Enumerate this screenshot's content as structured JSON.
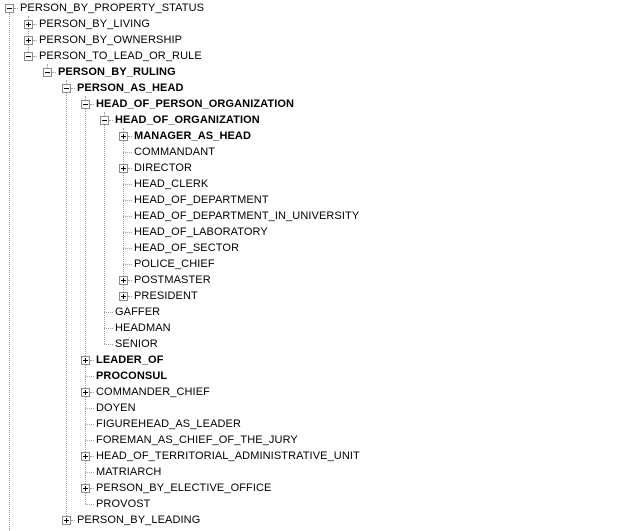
{
  "tree": {
    "nodes": [
      {
        "label": "PERSON_BY_PROPERTY_STATUS",
        "level": 0,
        "toggle": "minus",
        "bold": false,
        "slug": "person-by-property-status"
      },
      {
        "label": "PERSON_BY_LIVING",
        "level": 1,
        "toggle": "plus",
        "bold": false,
        "slug": "person-by-living"
      },
      {
        "label": "PERSON_BY_OWNERSHIP",
        "level": 1,
        "toggle": "plus",
        "bold": false,
        "slug": "person-by-ownership"
      },
      {
        "label": "PERSON_TO_LEAD_OR_RULE",
        "level": 1,
        "toggle": "minus",
        "bold": false,
        "slug": "person-to-lead-or-rule"
      },
      {
        "label": "PERSON_BY_RULING",
        "level": 2,
        "toggle": "minus",
        "bold": true,
        "slug": "person-by-ruling"
      },
      {
        "label": "PERSON_AS_HEAD",
        "level": 3,
        "toggle": "minus",
        "bold": true,
        "slug": "person-as-head"
      },
      {
        "label": "HEAD_OF_PERSON_ORGANIZATION",
        "level": 4,
        "toggle": "minus",
        "bold": true,
        "slug": "head-of-person-organization"
      },
      {
        "label": "HEAD_OF_ORGANIZATION",
        "level": 5,
        "toggle": "minus",
        "bold": true,
        "slug": "head-of-organization"
      },
      {
        "label": "MANAGER_AS_HEAD",
        "level": 6,
        "toggle": "plus",
        "bold": true,
        "slug": "manager-as-head"
      },
      {
        "label": "COMMANDANT",
        "level": 6,
        "toggle": "none",
        "bold": false,
        "slug": "commandant"
      },
      {
        "label": "DIRECTOR",
        "level": 6,
        "toggle": "plus",
        "bold": false,
        "slug": "director"
      },
      {
        "label": "HEAD_CLERK",
        "level": 6,
        "toggle": "none",
        "bold": false,
        "slug": "head-clerk"
      },
      {
        "label": "HEAD_OF_DEPARTMENT",
        "level": 6,
        "toggle": "none",
        "bold": false,
        "slug": "head-of-department"
      },
      {
        "label": "HEAD_OF_DEPARTMENT_IN_UNIVERSITY",
        "level": 6,
        "toggle": "none",
        "bold": false,
        "slug": "head-of-department-in-university"
      },
      {
        "label": "HEAD_OF_LABORATORY",
        "level": 6,
        "toggle": "none",
        "bold": false,
        "slug": "head-of-laboratory"
      },
      {
        "label": "HEAD_OF_SECTOR",
        "level": 6,
        "toggle": "none",
        "bold": false,
        "slug": "head-of-sector"
      },
      {
        "label": "POLICE_CHIEF",
        "level": 6,
        "toggle": "none",
        "bold": false,
        "slug": "police-chief"
      },
      {
        "label": "POSTMASTER",
        "level": 6,
        "toggle": "plus",
        "bold": false,
        "slug": "postmaster"
      },
      {
        "label": "PRESIDENT",
        "level": 6,
        "toggle": "plus",
        "bold": false,
        "slug": "president"
      },
      {
        "label": "GAFFER",
        "level": 5,
        "toggle": "none",
        "bold": false,
        "slug": "gaffer"
      },
      {
        "label": "HEADMAN",
        "level": 5,
        "toggle": "none",
        "bold": false,
        "slug": "headman"
      },
      {
        "label": "SENIOR",
        "level": 5,
        "toggle": "none",
        "bold": false,
        "slug": "senior"
      },
      {
        "label": "LEADER_OF",
        "level": 4,
        "toggle": "plus",
        "bold": true,
        "slug": "leader-of"
      },
      {
        "label": "PROCONSUL",
        "level": 4,
        "toggle": "none",
        "bold": true,
        "slug": "proconsul"
      },
      {
        "label": "COMMANDER_CHIEF",
        "level": 4,
        "toggle": "plus",
        "bold": false,
        "slug": "commander-chief"
      },
      {
        "label": "DOYEN",
        "level": 4,
        "toggle": "none",
        "bold": false,
        "slug": "doyen"
      },
      {
        "label": "FIGUREHEAD_AS_LEADER",
        "level": 4,
        "toggle": "none",
        "bold": false,
        "slug": "figurehead-as-leader"
      },
      {
        "label": "FOREMAN_AS_CHIEF_OF_THE_JURY",
        "level": 4,
        "toggle": "none",
        "bold": false,
        "slug": "foreman-as-chief-of-the-jury"
      },
      {
        "label": "HEAD_OF_TERRITORIAL_ADMINISTRATIVE_UNIT",
        "level": 4,
        "toggle": "plus",
        "bold": false,
        "slug": "head-of-territorial-administrative-unit"
      },
      {
        "label": "MATRIARCH",
        "level": 4,
        "toggle": "none",
        "bold": false,
        "slug": "matriarch"
      },
      {
        "label": "PERSON_BY_ELECTIVE_OFFICE",
        "level": 4,
        "toggle": "plus",
        "bold": false,
        "slug": "person-by-elective-office"
      },
      {
        "label": "PROVOST",
        "level": 4,
        "toggle": "none",
        "bold": false,
        "slug": "provost"
      },
      {
        "label": "PERSON_BY_LEADING",
        "level": 3,
        "toggle": "plus",
        "bold": false,
        "slug": "person-by-leading"
      }
    ]
  },
  "colors": {
    "background": "#ffffff",
    "text": "#000000",
    "connector": "#a0a0a0",
    "toggle_border": "#8c8c8c"
  }
}
